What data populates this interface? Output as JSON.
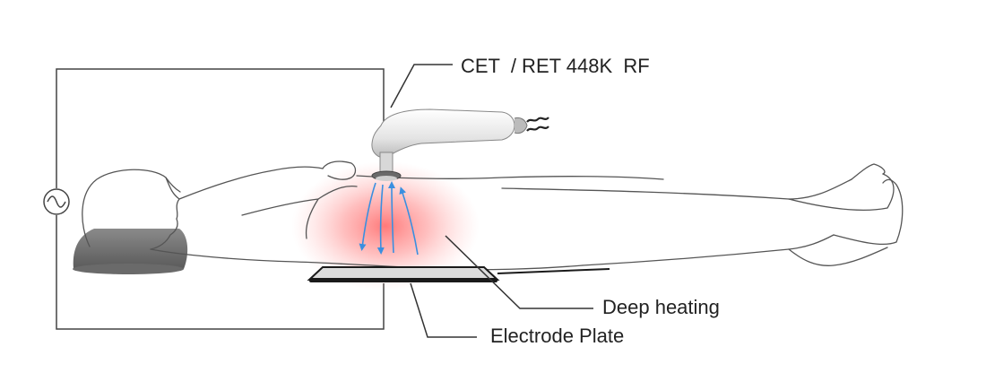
{
  "diagram": {
    "labels": {
      "handpiece": "CET  / RET 448K  RF",
      "deep_heating": "Deep heating",
      "electrode_plate": "Electrode Plate"
    },
    "icons": {
      "ac_source": "ac-source-icon",
      "handpiece": "rf-handpiece-icon",
      "electrode_plate": "electrode-plate-icon"
    },
    "colors": {
      "outline": "#555555",
      "circuit_wire": "#444444",
      "heat_glow": "#ff5a5a",
      "current_arrows": "#3a8fe0",
      "pillow": "#6e6e6e",
      "plate_edge": "#1a1a1a"
    }
  }
}
